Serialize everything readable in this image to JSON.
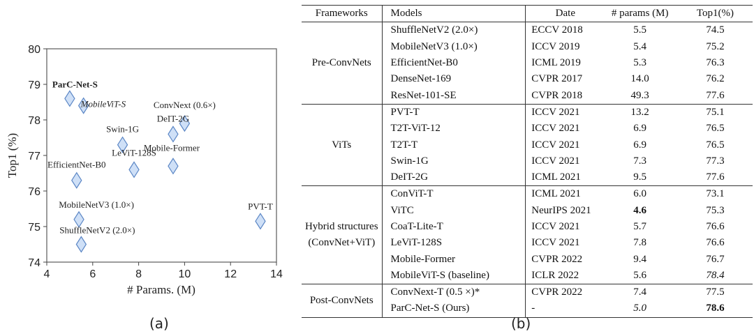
{
  "figure_a": {
    "caption": "(a)",
    "chart_data": {
      "type": "scatter",
      "xlabel": "# Params. (M)",
      "ylabel": "Top1 (%)",
      "xlim": [
        4,
        14
      ],
      "ylim": [
        74,
        80
      ],
      "xticks": [
        "4",
        "6",
        "8",
        "10",
        "12",
        "14"
      ],
      "yticks": [
        "74",
        "75",
        "76",
        "77",
        "78",
        "79",
        "80"
      ],
      "grid": false,
      "marker": "diamond",
      "marker_color": "#cfe0f7",
      "marker_edge": "#5b86c5",
      "points": [
        {
          "label": "ParC-Net-S",
          "x": 5.0,
          "y": 78.6,
          "style": "bold"
        },
        {
          "label": "MobileViT-S",
          "x": 5.6,
          "y": 78.4,
          "style": "italic"
        },
        {
          "label": "ConvNext (0.6×)",
          "x": 10.0,
          "y": 77.9,
          "style": "normal"
        },
        {
          "label": "DeIT-2G",
          "x": 9.5,
          "y": 77.6,
          "style": "normal"
        },
        {
          "label": "Swin-1G",
          "x": 7.3,
          "y": 77.3,
          "style": "normal"
        },
        {
          "label": "Mobile-Former",
          "x": 9.5,
          "y": 76.7,
          "style": "normal"
        },
        {
          "label": "LeViT-128S",
          "x": 7.8,
          "y": 76.6,
          "style": "normal"
        },
        {
          "label": "EfficientNet-B0",
          "x": 5.3,
          "y": 76.3,
          "style": "normal"
        },
        {
          "label": "MobileNetV3 (1.0×)",
          "x": 5.4,
          "y": 75.2,
          "style": "normal"
        },
        {
          "label": "PVT-T",
          "x": 13.3,
          "y": 75.15,
          "style": "normal"
        },
        {
          "label": "ShuffleNetV2 (2.0×)",
          "x": 5.5,
          "y": 74.5,
          "style": "normal"
        }
      ]
    }
  },
  "figure_b": {
    "caption": "(b)",
    "headers": [
      "Frameworks",
      "Models",
      "Date",
      "# params (M)",
      "Top1(%)"
    ],
    "groups": [
      {
        "framework": "Pre-ConvNets",
        "rows": [
          [
            "ShuffleNetV2 (2.0×)",
            "ECCV 2018",
            "5.5",
            "74.5"
          ],
          [
            "MobileNetV3 (1.0×)",
            "ICCV 2019",
            "5.4",
            "75.2"
          ],
          [
            "EfficientNet-B0",
            "ICML 2019",
            "5.3",
            "76.3"
          ],
          [
            "DenseNet-169",
            "CVPR 2017",
            "14.0",
            "76.2"
          ],
          [
            "ResNet-101-SE",
            "CVPR 2018",
            "49.3",
            "77.6"
          ]
        ]
      },
      {
        "framework": "ViTs",
        "rows": [
          [
            "PVT-T",
            "ICCV 2021",
            "13.2",
            "75.1"
          ],
          [
            "T2T-ViT-12",
            "ICCV 2021",
            "6.9",
            "76.5"
          ],
          [
            "T2T-T",
            "ICCV 2021",
            "6.9",
            "76.5"
          ],
          [
            "Swin-1G",
            "ICCV 2021",
            "7.3",
            "77.3"
          ],
          [
            "DeIT-2G",
            "ICML 2021",
            "9.5",
            "77.6"
          ]
        ]
      },
      {
        "framework": "Hybrid structures",
        "framework_sub": "(ConvNet+ViT)",
        "rows": [
          [
            "ConViT-T",
            "ICML 2021",
            "6.0",
            "73.1"
          ],
          [
            "ViTC",
            "NeurIPS 2021",
            "4.6",
            "75.3"
          ],
          [
            "CoaT-Lite-T",
            "ICCV 2021",
            "5.7",
            "76.6"
          ],
          [
            "LeViT-128S",
            "ICCV 2021",
            "7.8",
            "76.6"
          ],
          [
            "Mobile-Former",
            "CVPR 2022",
            "9.4",
            "76.7"
          ],
          [
            "MobileViT-S (baseline)",
            "ICLR 2022",
            "5.6",
            "78.4"
          ]
        ]
      },
      {
        "framework": "Post-ConvNets",
        "rows": [
          [
            "ConvNext-T (0.5 ×)*",
            "CVPR 2022",
            "7.4",
            "77.5"
          ],
          [
            "ParC-Net-S  (Ours)",
            "-",
            "5.0",
            "78.6"
          ]
        ]
      }
    ]
  }
}
